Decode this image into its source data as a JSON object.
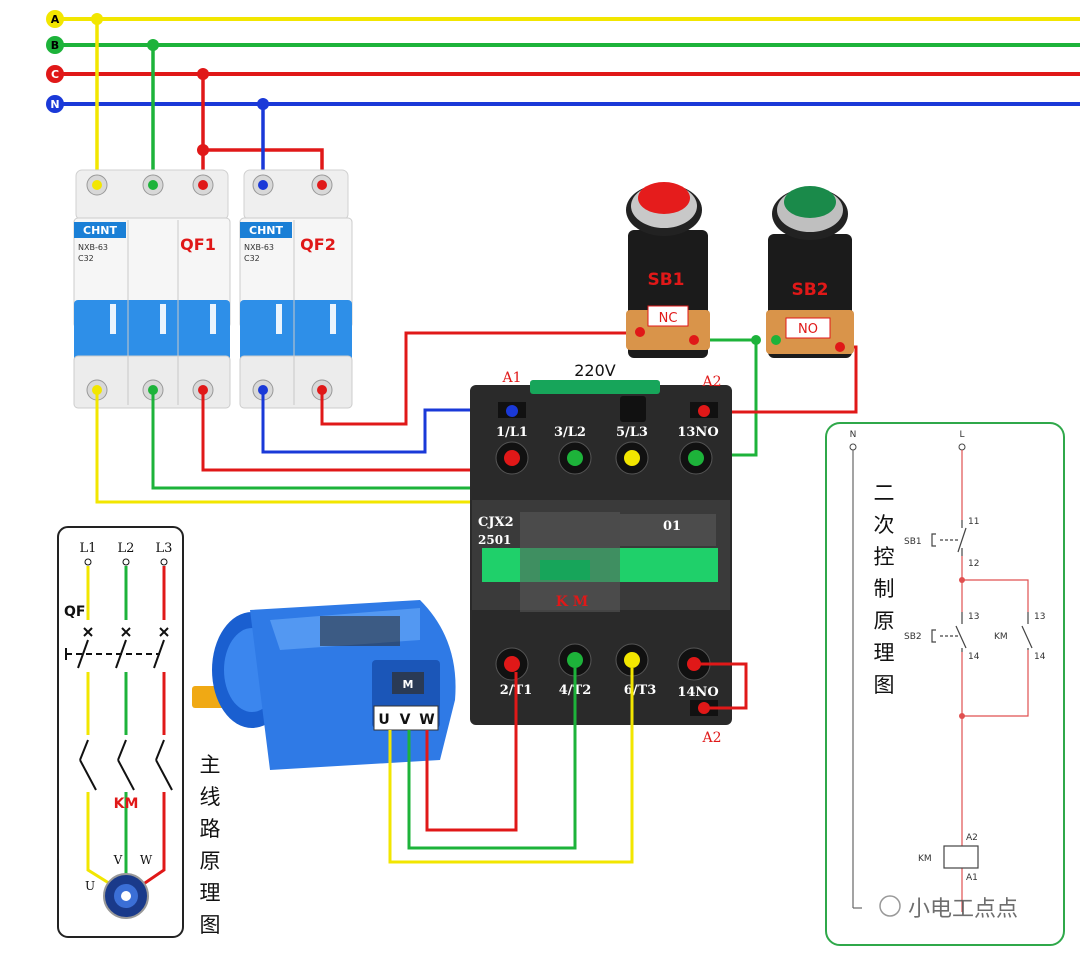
{
  "buses": {
    "a": {
      "label": "A",
      "color": "#f2e600"
    },
    "b": {
      "label": "B",
      "color": "#1db33a"
    },
    "c": {
      "label": "C",
      "color": "#e01818"
    },
    "n": {
      "label": "N",
      "color": "#1a39d8"
    }
  },
  "breakers": {
    "brand": "CHNT",
    "model1": "NXB-63",
    "rating1": "C32",
    "model2": "NXB-63",
    "rating2": "C32",
    "qf1": "QF1",
    "qf2": "QF2"
  },
  "buttons": {
    "sb1": "SB1",
    "sb1_type": "NC",
    "sb2": "SB2",
    "sb2_type": "NO"
  },
  "contactor": {
    "voltage": "220V",
    "a1_top": "A1",
    "a2_top": "A2",
    "t1": "1/L1",
    "t2": "3/L2",
    "t3": "5/L3",
    "t4": "13NO",
    "model": "CJX2",
    "rating": "2501",
    "aux": "01",
    "km": "K M",
    "b1": "2/T1",
    "b2": "4/T2",
    "b3": "6/T3",
    "b4": "14NO",
    "a2_bottom": "A2"
  },
  "motor": {
    "u": "U",
    "v": "V",
    "w": "W",
    "badge": "M"
  },
  "main_circuit": {
    "l1": "L1",
    "l2": "L2",
    "l3": "L3",
    "qf": "QF",
    "km": "KM",
    "u": "U",
    "v": "V",
    "w": "W",
    "title": "主线路原理图"
  },
  "control_circuit": {
    "n": "N",
    "l": "L",
    "sb1": "SB1",
    "sb2": "SB2",
    "km_contact": "KM",
    "km_coil": "KM",
    "n11": "11",
    "n12": "12",
    "n13": "13",
    "n14": "14",
    "n13b": "13",
    "n14b": "14",
    "a2": "A2",
    "a1": "A1",
    "title": "二次控制原理图"
  },
  "watermark": "小电工点点"
}
